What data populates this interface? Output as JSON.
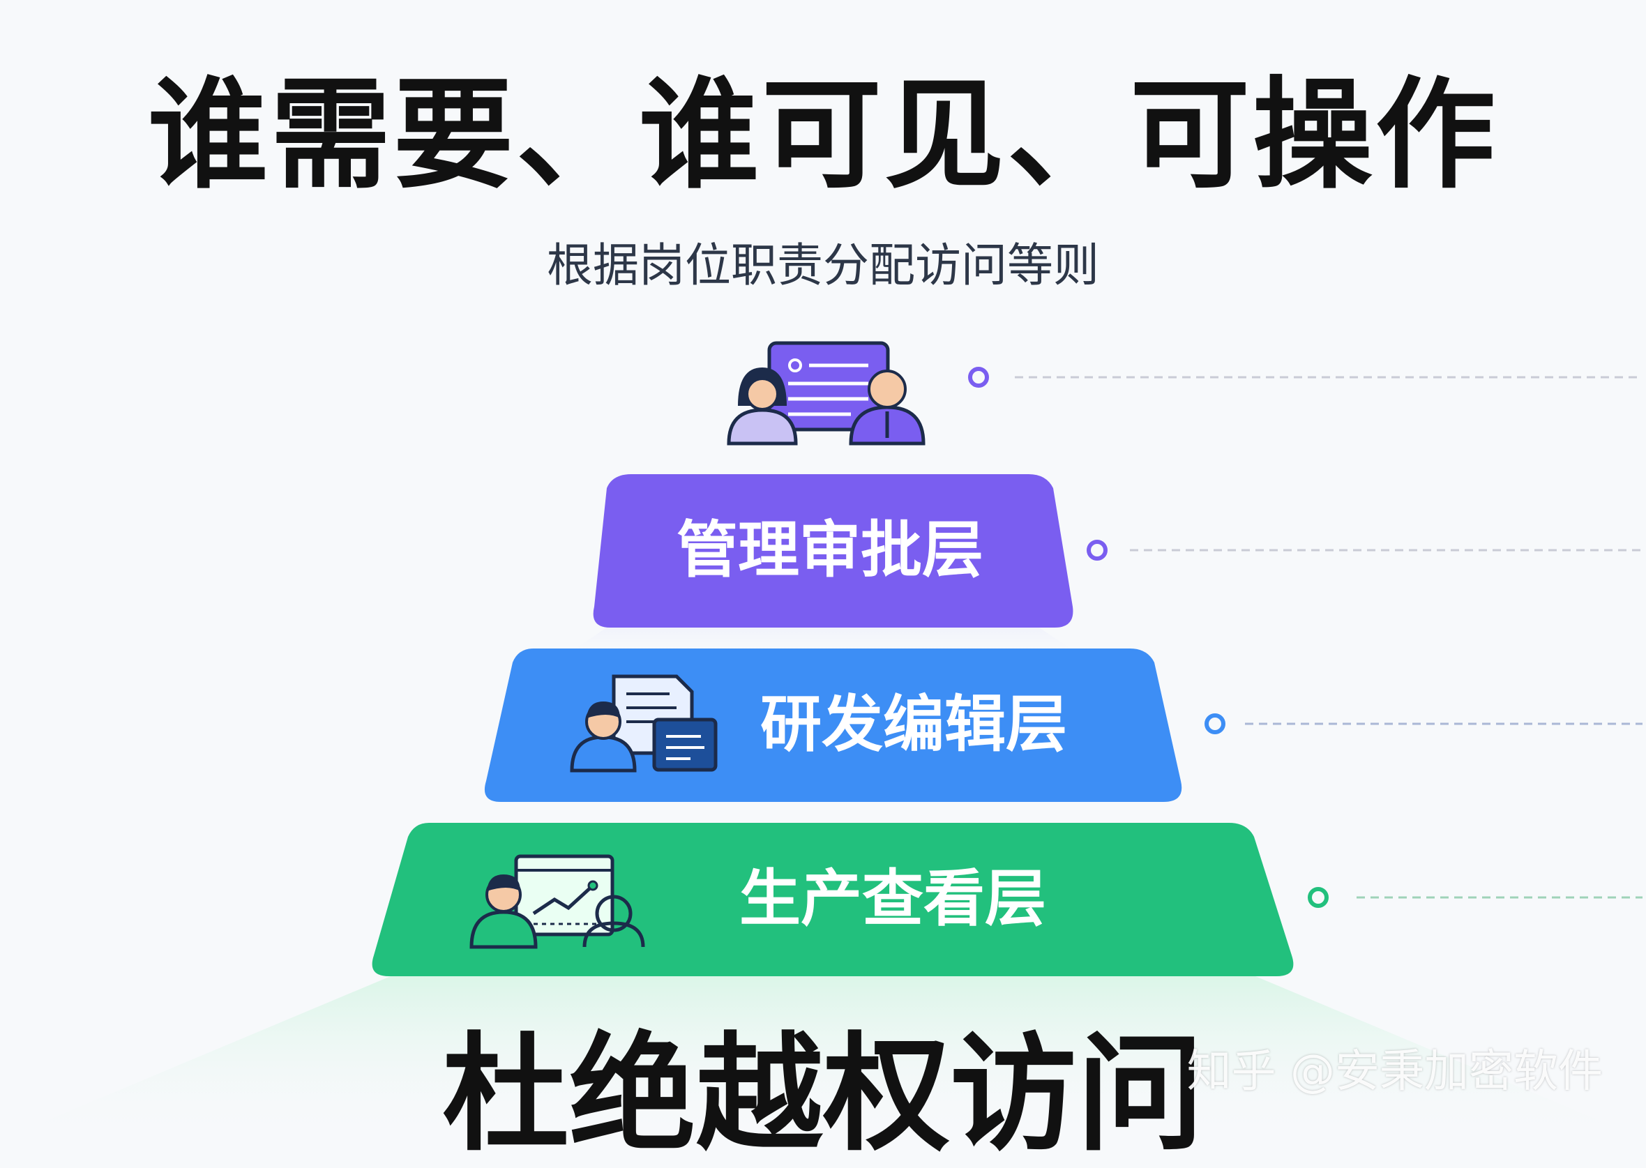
{
  "title": "谁需要、谁可见、可操作",
  "subtitle": "根据岗位职责分配访问等则",
  "layers": [
    {
      "label": "管理审批层",
      "color": "#7a5ef0"
    },
    {
      "label": "研发编辑层",
      "color": "#3d8ef5"
    },
    {
      "label": "生产查看层",
      "color": "#22c07d"
    }
  ],
  "bottom_text": "杜绝越权访问",
  "watermark": "知乎 @安秉加密软件",
  "colors": {
    "purple": "#7a5ef0",
    "blue": "#3d8ef5",
    "green": "#22c07d",
    "navy": "#1c2b4a"
  },
  "icons": [
    "people-presentation-icon",
    "developer-documents-icon",
    "viewer-chart-icon"
  ]
}
